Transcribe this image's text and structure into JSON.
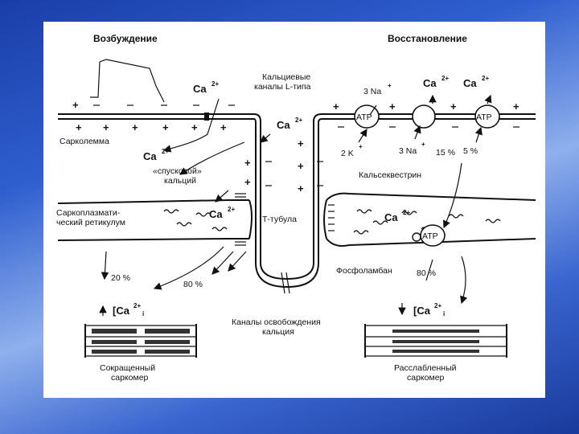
{
  "labels": {
    "excitation": "Возбуждение",
    "recovery": "Восстановление",
    "l_channels": "Кальциевые каналы L-типа",
    "l_channels_l1": "Кальциевые",
    "l_channels_l2": "каналы L-типа",
    "sarcolemma": "Сарколемма",
    "trigger_l1": "«спусковой»",
    "trigger_l2": "кальций",
    "sr_l1": "Саркоплазмати-",
    "sr_l2": "ческий ретикулум",
    "t_tubule": "Т-тубула",
    "calsequestrin": "Кальсеквестрин",
    "phospholamban": "Фосфоламбан",
    "release_l1": "Каналы освобождения",
    "release_l2": "кальция",
    "contracted_l1": "Сокращенный",
    "contracted_l2": "саркомер",
    "relaxed_l1": "Расслабленный",
    "relaxed_l2": "саркомер",
    "pct_20": "20 %",
    "pct_80_left": "80 %",
    "pct_80_right": "80 %",
    "pct_15": "15 %",
    "pct_5": "5 %",
    "ca": "Ca",
    "ca_charge": "2+",
    "na3": "3 Na",
    "k2": "2 K",
    "atp": "ATP",
    "plus": "+",
    "ca_conc": "[Ca",
    "ca_conc_sub": "i"
  },
  "colors": {
    "panel_bg": "#ffffff",
    "line": "#111111",
    "background_blue": "#2f5fcf"
  }
}
